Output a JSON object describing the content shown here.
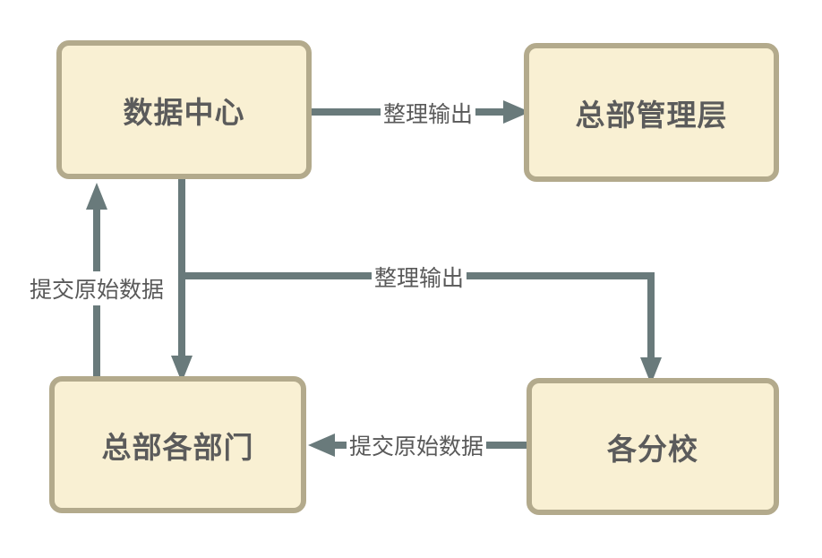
{
  "diagram": {
    "title": "",
    "background": "#ffffff",
    "colors": {
      "bg": "#ffffff",
      "node_fill": "#f9f0d3",
      "node_border": "#b3aa8c",
      "node_text": "#5b5b5b",
      "arrow": "#697a7b",
      "label_text": "#595959"
    },
    "nodes": [
      {
        "id": "data-center",
        "label": "数据中心"
      },
      {
        "id": "hq-management",
        "label": "总部管理层"
      },
      {
        "id": "hq-departments",
        "label": "总部各部门"
      },
      {
        "id": "branch-schools",
        "label": "各分校"
      }
    ],
    "edges": [
      {
        "from": "data-center",
        "to": "hq-management",
        "label": "整理输出",
        "direction": "right"
      },
      {
        "from": "hq-departments",
        "to": "data-center",
        "label": "提交原始数据",
        "direction": "up"
      },
      {
        "from": "data-center",
        "to": "hq-departments",
        "label": "",
        "direction": "down"
      },
      {
        "from": "data-center",
        "to": "branch-schools",
        "label": "整理输出",
        "direction": "right-then-down"
      },
      {
        "from": "branch-schools",
        "to": "hq-departments",
        "label": "提交原始数据",
        "direction": "left"
      }
    ]
  }
}
